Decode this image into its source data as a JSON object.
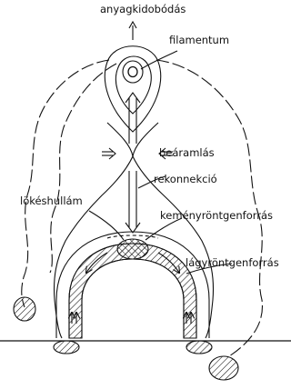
{
  "labels": {
    "ejection": "anyagkidobódás",
    "filament": "filamentum",
    "inflow": "beáramlás",
    "reconnection": "rekonnekció",
    "shock": "lökéshullám",
    "hard_xray": "keményröntgenforrás",
    "soft_xray": "lágyröntgenforrás"
  },
  "colors": {
    "ink": "#111111",
    "paper": "#ffffff"
  }
}
